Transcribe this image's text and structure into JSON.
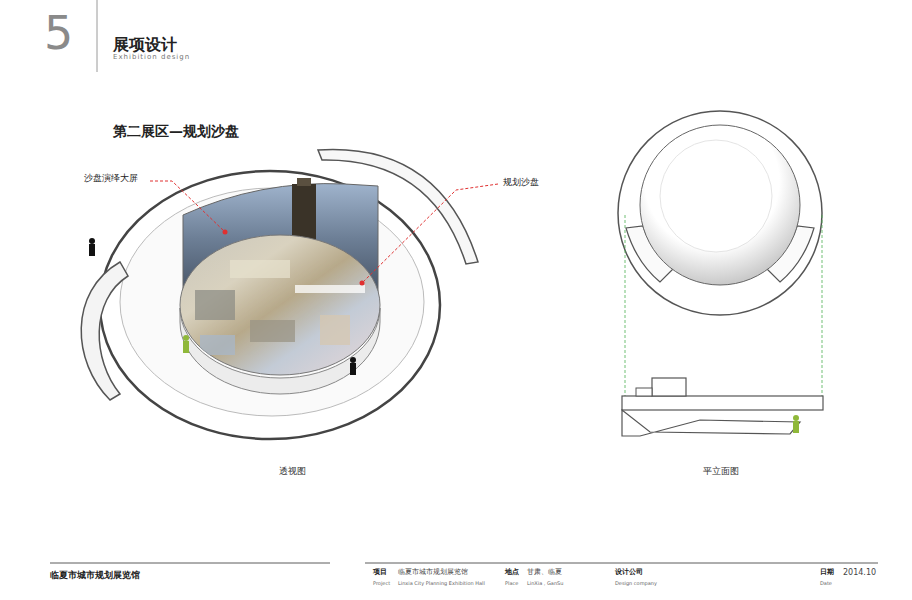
{
  "diagram": {
    "title": "展项设计",
    "labels": [
      "5",
      "Exhibition design",
      "第二展区—规划沙盘",
      "沙盘演绎大屏",
      "规划沙盘",
      "透视图",
      "平立面图",
      "临夏市城市规划展览馆",
      "项目",
      "临夏市城市规划展览馆",
      "Project",
      "Linxia City Planning Exhibition Hall",
      "地点",
      "甘肃、临夏",
      "Place",
      "LinXia , GanSu",
      "设计公司",
      "Design company",
      "日期",
      "2014.10",
      "Date"
    ]
  }
}
